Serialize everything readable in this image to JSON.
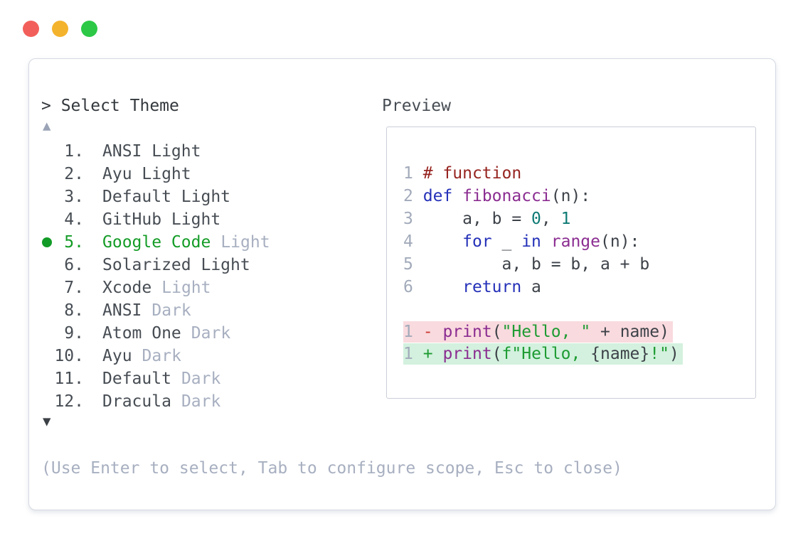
{
  "window": {
    "traffic_lights": [
      "close",
      "minimize",
      "zoom"
    ]
  },
  "prompt": {
    "text": "> Select Theme"
  },
  "list": {
    "scroll_up_icon": "▲",
    "scroll_down_icon": "▼",
    "items": [
      {
        "num": "1.",
        "name": "ANSI Light",
        "suffix": "",
        "selected": false
      },
      {
        "num": "2.",
        "name": "Ayu Light",
        "suffix": "",
        "selected": false
      },
      {
        "num": "3.",
        "name": "Default Light",
        "suffix": "",
        "selected": false
      },
      {
        "num": "4.",
        "name": "GitHub Light",
        "suffix": "",
        "selected": false
      },
      {
        "num": "5.",
        "name": "Google Code",
        "suffix": "Light",
        "selected": true
      },
      {
        "num": "6.",
        "name": "Solarized Light",
        "suffix": "",
        "selected": false
      },
      {
        "num": "7.",
        "name": "Xcode",
        "suffix": "Light",
        "selected": false
      },
      {
        "num": "8.",
        "name": "ANSI",
        "suffix": "Dark",
        "selected": false
      },
      {
        "num": "9.",
        "name": "Atom One",
        "suffix": "Dark",
        "selected": false
      },
      {
        "num": "10.",
        "name": "Ayu",
        "suffix": "Dark",
        "selected": false
      },
      {
        "num": "11.",
        "name": "Default",
        "suffix": "Dark",
        "selected": false
      },
      {
        "num": "12.",
        "name": "Dracula",
        "suffix": "Dark",
        "selected": false
      }
    ]
  },
  "preview": {
    "label": "Preview",
    "lines": [
      {
        "type": "code",
        "tokens": [
          [
            "ln",
            "1"
          ],
          [
            "pl",
            " "
          ],
          [
            "cm",
            "# function"
          ]
        ]
      },
      {
        "type": "code",
        "tokens": [
          [
            "ln",
            "2"
          ],
          [
            "pl",
            " "
          ],
          [
            "kw",
            "def"
          ],
          [
            "pl",
            " "
          ],
          [
            "fn",
            "fibonacci"
          ],
          [
            "pl",
            "(n):"
          ]
        ]
      },
      {
        "type": "code",
        "tokens": [
          [
            "ln",
            "3"
          ],
          [
            "pl",
            "     a, b = "
          ],
          [
            "nm",
            "0"
          ],
          [
            "pl",
            ", "
          ],
          [
            "nm",
            "1"
          ]
        ]
      },
      {
        "type": "code",
        "tokens": [
          [
            "ln",
            "4"
          ],
          [
            "pl",
            "     "
          ],
          [
            "kw",
            "for"
          ],
          [
            "pl",
            " _ "
          ],
          [
            "kw",
            "in"
          ],
          [
            "pl",
            " "
          ],
          [
            "fn",
            "range"
          ],
          [
            "pl",
            "(n):"
          ]
        ]
      },
      {
        "type": "code",
        "tokens": [
          [
            "ln",
            "5"
          ],
          [
            "pl",
            "         a, b = b, a + b"
          ]
        ]
      },
      {
        "type": "code",
        "tokens": [
          [
            "ln",
            "6"
          ],
          [
            "pl",
            "     "
          ],
          [
            "kw",
            "return"
          ],
          [
            "pl",
            " a"
          ]
        ]
      },
      {
        "type": "blank",
        "tokens": []
      },
      {
        "type": "del",
        "tokens": [
          [
            "ln",
            "1"
          ],
          [
            "pl",
            " "
          ],
          [
            "del",
            "-"
          ],
          [
            "pl",
            " "
          ],
          [
            "fn",
            "print"
          ],
          [
            "pl",
            "("
          ],
          [
            "st",
            "\"Hello, \""
          ],
          [
            "pl",
            " + name)"
          ]
        ]
      },
      {
        "type": "add",
        "tokens": [
          [
            "ln",
            "1"
          ],
          [
            "pl",
            " "
          ],
          [
            "add",
            "+"
          ],
          [
            "pl",
            " "
          ],
          [
            "fn",
            "print"
          ],
          [
            "pl",
            "("
          ],
          [
            "st",
            "f\"Hello, "
          ],
          [
            "pl",
            "{name}"
          ],
          [
            "st",
            "!\""
          ],
          [
            "pl",
            ")"
          ]
        ]
      }
    ]
  },
  "footer": {
    "hint": "(Use Enter to select, Tab to configure scope, Esc to close)"
  },
  "colors": {
    "accent_green": "#149c27",
    "keyword_blue": "#2531b8",
    "function_purple": "#8b2d91",
    "comment_red": "#962420",
    "number_teal": "#0e7a74",
    "string_green": "#1d9b32",
    "muted_gray": "#a7afc0",
    "text_dark": "#474d54",
    "diff_del_bg": "#f9dade",
    "diff_add_bg": "#d3f1de",
    "light_red": "#f25f5a",
    "light_yellow": "#f4b32d",
    "light_green": "#2cc846"
  }
}
